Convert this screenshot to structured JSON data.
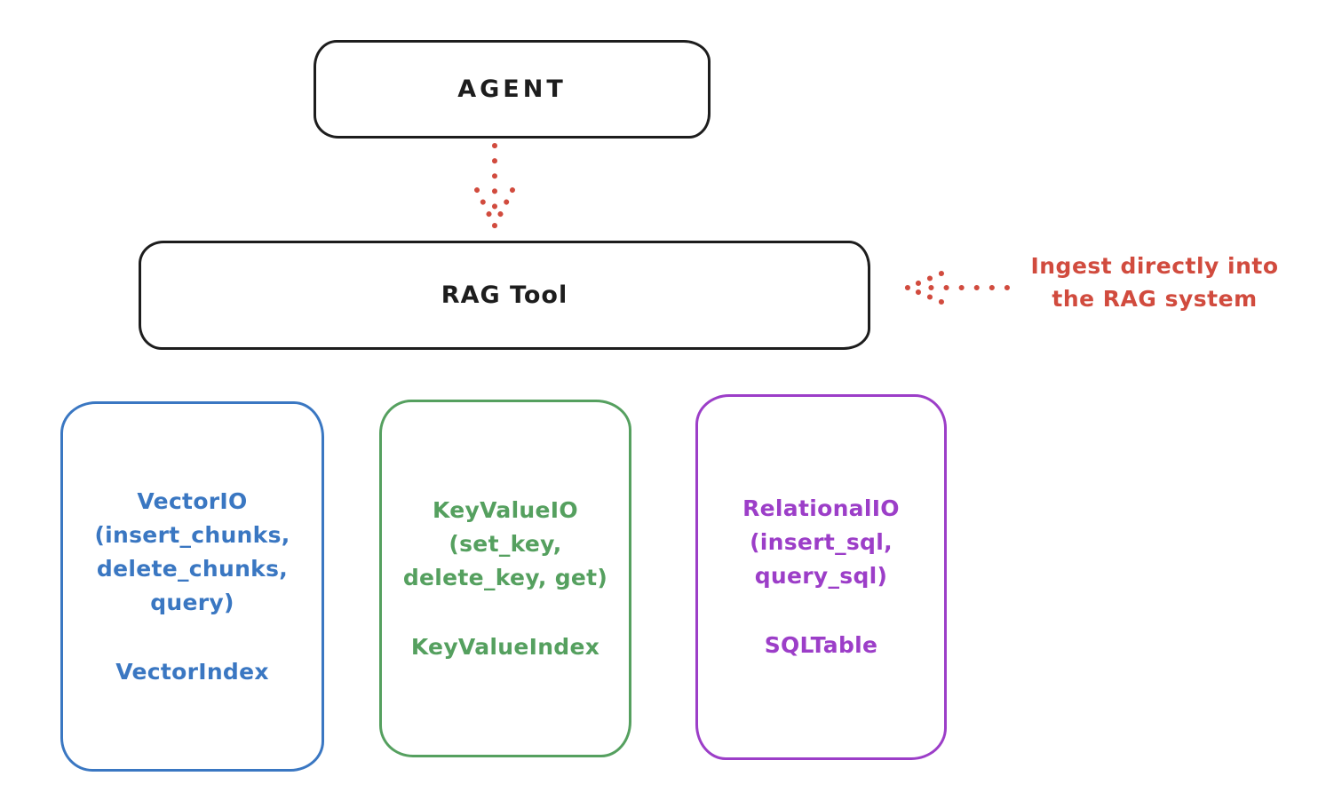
{
  "diagram": {
    "background": "#ffffff",
    "colors": {
      "node_stroke_black": "#1d1d1d",
      "annotation_red": "#d14b3e",
      "vector_blue": "#3a77c2",
      "keyvalue_green": "#55a05f",
      "relational_purple": "#9c3ec8"
    },
    "agent_box": {
      "label": "AGENT"
    },
    "rag_box": {
      "label": "RAG Tool"
    },
    "annotation": {
      "line1": "Ingest directly into",
      "line2": "the RAG system",
      "color": "#d14b3e"
    },
    "arrows": [
      {
        "name": "agent-to-rag-arrow",
        "style": "dotted",
        "color": "#d14b3e",
        "direction": "down",
        "from": "AGENT",
        "to": "RAG Tool"
      },
      {
        "name": "annotation-to-rag-arrow",
        "style": "dotted",
        "color": "#d14b3e",
        "direction": "left",
        "from": "Ingest directly into the RAG system",
        "to": "RAG Tool"
      }
    ],
    "io_boxes": [
      {
        "name": "vector-io",
        "color": "#3a77c2",
        "lines": [
          "VectorIO",
          "(insert_chunks,",
          "delete_chunks,",
          "query)"
        ],
        "index_label": "VectorIndex"
      },
      {
        "name": "keyvalue-io",
        "color": "#55a05f",
        "lines": [
          "KeyValueIO",
          "(set_key,",
          "delete_key, get)"
        ],
        "index_label": "KeyValueIndex"
      },
      {
        "name": "relational-io",
        "color": "#9c3ec8",
        "lines": [
          "RelationalIO",
          "(insert_sql,",
          "query_sql)"
        ],
        "index_label": "SQLTable"
      }
    ]
  }
}
